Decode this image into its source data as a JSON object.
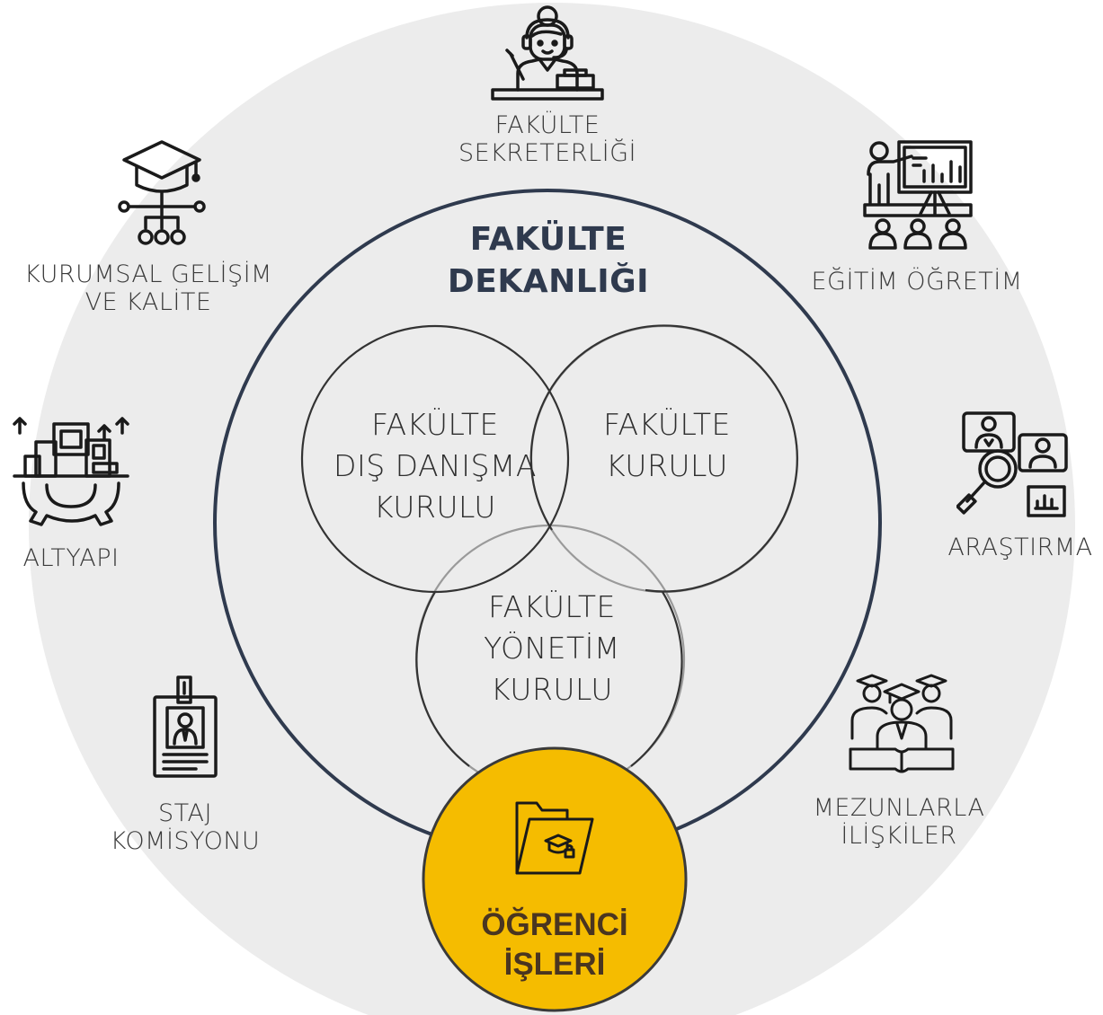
{
  "center": {
    "title_line1": "FAKÜLTE",
    "title_line2": "DEKANLIĞI"
  },
  "inner_circles": {
    "dis_danisma": {
      "line1": "FAKÜLTE",
      "line2": "DIŞ DANIŞMA",
      "line3": "KURULU"
    },
    "fakulte_kurulu": {
      "line1": "FAKÜLTE",
      "line2": "KURULU"
    },
    "yonetim_kurulu": {
      "line1": "FAKÜLTE",
      "line2": "YÖNETİM",
      "line3": "KURULU"
    }
  },
  "highlight": {
    "line1": "ÖĞRENCİ",
    "line2": "İŞLERİ",
    "color": "#f5bc00",
    "icon": "student-folder-icon"
  },
  "units": {
    "sekreterlik": {
      "line1": "FAKÜLTE",
      "line2": "SEKRETERLİĞİ",
      "icon": "secretary-icon"
    },
    "egitim": {
      "line1": "EĞİTİM ÖĞRETİM",
      "icon": "presentation-icon"
    },
    "arastirma": {
      "line1": "ARAŞTIRMA",
      "icon": "research-icon"
    },
    "mezunlar": {
      "line1": "MEZUNLARLA",
      "line2": "İLİŞKİLER",
      "icon": "graduates-icon"
    },
    "staj": {
      "line1": "STAJ",
      "line2": "KOMİSYONU",
      "icon": "id-badge-icon"
    },
    "altyapi": {
      "line1": "ALTYAPI",
      "icon": "infrastructure-gear-icon"
    },
    "kurumsal": {
      "line1": "KURUMSAL GELİŞİM",
      "line2": "VE KALİTE",
      "icon": "graduation-network-icon"
    }
  },
  "colors": {
    "outer_ring": "#ececec",
    "dean_circle_stroke": "#2f3a4e",
    "inner_stroke": "#333333",
    "inner_stroke_light": "#9a9a9a"
  }
}
